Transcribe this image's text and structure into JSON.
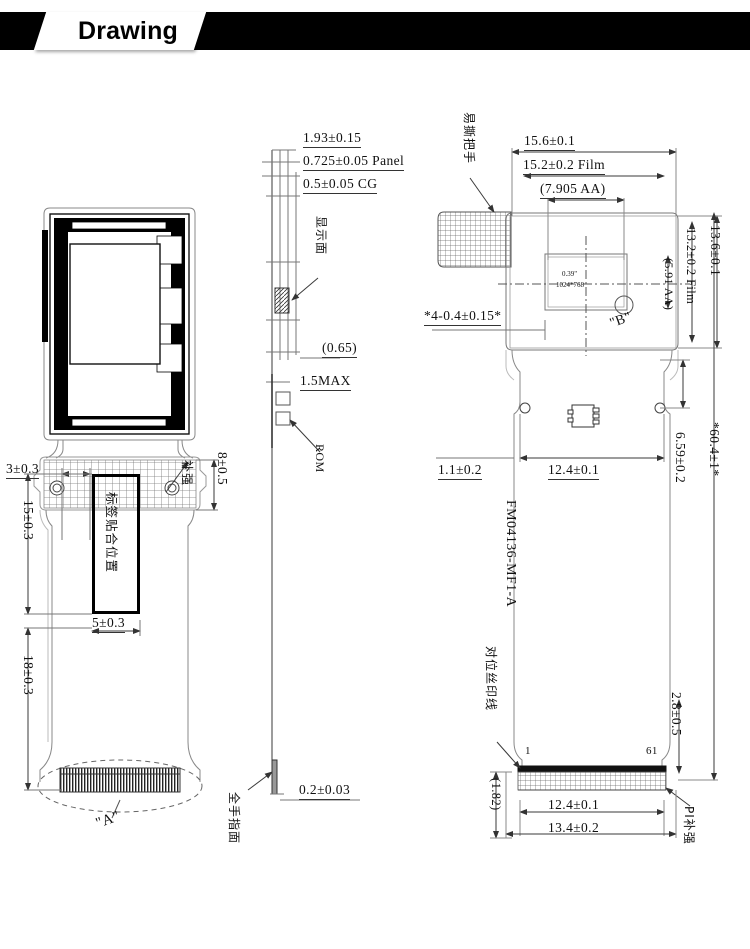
{
  "header": {
    "title": "Drawing"
  },
  "drawing": {
    "model": "FM04136-MF1-A",
    "left_view": {
      "dims": [
        {
          "id": "d_8_05",
          "text": "8±0.5"
        },
        {
          "id": "d_3_03",
          "text": "3±0.3"
        },
        {
          "id": "d_15_03",
          "text": "15±0.3"
        },
        {
          "id": "d_5_03",
          "text": "5±0.3"
        },
        {
          "id": "d_18_03",
          "text": "18±0.3"
        }
      ],
      "label_box_text": "标签贴合位置",
      "annotations": [
        {
          "id": "a_reinforce",
          "text": "补强"
        }
      ],
      "section_marks": [
        {
          "id": "sec_a",
          "text": "\"A\""
        }
      ]
    },
    "side_view": {
      "dims": [
        {
          "id": "s_193",
          "text": "1.93±0.15"
        },
        {
          "id": "s_0725",
          "text": "0.725±0.05 Panel"
        },
        {
          "id": "s_05cg",
          "text": "0.5±0.05 CG"
        },
        {
          "id": "s_065",
          "text": "(0.65)"
        },
        {
          "id": "s_15max",
          "text": "1.5MAX"
        },
        {
          "id": "s_02",
          "text": "0.2±0.03"
        }
      ],
      "annotations": [
        {
          "id": "a_display",
          "text": "显示面"
        },
        {
          "id": "a_rom",
          "text": "ROM"
        },
        {
          "id": "a_finger",
          "text": "全手指面"
        }
      ]
    },
    "right_view": {
      "dims": [
        {
          "id": "r_156",
          "text": "15.6±0.1"
        },
        {
          "id": "r_152",
          "text": "15.2±0.2 Film"
        },
        {
          "id": "r_7905",
          "text": "(7.905 AA)"
        },
        {
          "id": "r_136",
          "text": "13.6±0.1"
        },
        {
          "id": "r_132",
          "text": "13.2±0.2 Film"
        },
        {
          "id": "r_591",
          "text": "(5.91 AA)"
        },
        {
          "id": "r_star4",
          "text": "*4-0.4±0.15*"
        },
        {
          "id": "r_11",
          "text": "1.1±0.2"
        },
        {
          "id": "r_124a",
          "text": "12.4±0.1"
        },
        {
          "id": "r_659",
          "text": "6.59±0.2"
        },
        {
          "id": "r_604",
          "text": "*60.4±1*"
        },
        {
          "id": "r_28",
          "text": "2.8±0.5"
        },
        {
          "id": "r_182",
          "text": "(1.82)"
        },
        {
          "id": "r_124b",
          "text": "12.4±0.1"
        },
        {
          "id": "r_134",
          "text": "13.4±0.2"
        }
      ],
      "panel_spec": {
        "size": "0.39\"",
        "resolution": "1024*768"
      },
      "pin_numbers": {
        "first": "1",
        "last": "61"
      },
      "annotations": [
        {
          "id": "a_tear",
          "text": "易撕把手"
        },
        {
          "id": "a_silk",
          "text": "对位丝印线"
        },
        {
          "id": "a_pi",
          "text": "PI补强"
        }
      ],
      "section_marks": [
        {
          "id": "sec_b",
          "text": "\"B\""
        }
      ]
    }
  },
  "colors": {
    "ink": "#111111",
    "line": "#3a3a3a",
    "banner": "#000000",
    "paper": "#ffffff"
  }
}
